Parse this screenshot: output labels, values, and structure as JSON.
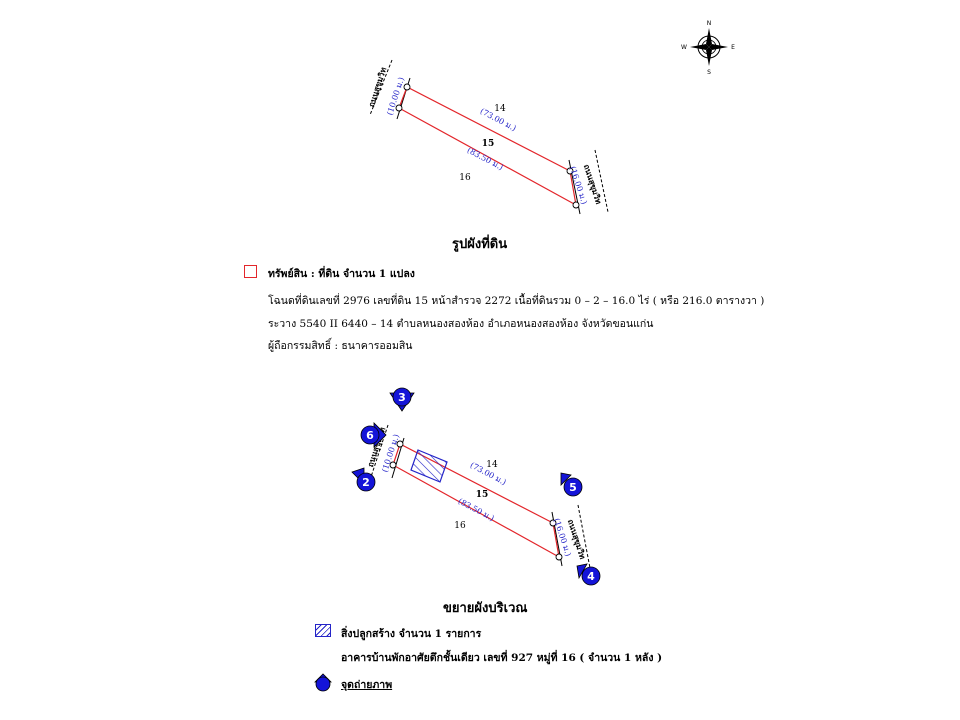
{
  "compass": {
    "n": "N",
    "s": "S",
    "e": "E",
    "w": "W"
  },
  "plan1": {
    "road_west": "ถนนสุขุมวิท",
    "road_east": "ถนนสุขุมวิท",
    "lot_north": "14",
    "lot_main": "15",
    "lot_south": "16",
    "dim_north": "(73.00 ม.)",
    "dim_south": "(83.50 ม.)",
    "dim_west": "(10.00 ม.)",
    "dim_east": "(16.00 ม.)",
    "caption": "รูปผังที่ดิน"
  },
  "legend1": {
    "title": "ทรัพย์สิน : ที่ดิน จำนวน 1 แปลง",
    "line1": "โฉนดที่ดินเลขที่  2976  เลขที่ดิน 15  หน้าสำรวจ  2272    เนื้อที่ดินรวม 0 – 2 – 16.0 ไร่ ( หรือ 216.0 ตารางวา )",
    "line2": "ระวาง 5540 II 6440 – 14    ตำบลหนองสองห้อง  อำเภอหนองสองห้อง  จังหวัดขอนแก่น",
    "line3": "ผู้ถือกรรมสิทธิ์ : ธนาคารออมสิน"
  },
  "plan2": {
    "road_west": "ถนนสุขุมวิท",
    "road_east": "ถนนสุขุมวิท",
    "lot_north": "14",
    "lot_main": "15",
    "lot_south": "16",
    "dim_north": "(73.00 ม.)",
    "dim_south": "(83.50 ม.)",
    "dim_west": "(10.00 ม.)",
    "dim_east": "(16.00 ม.)",
    "markers": [
      "3",
      "6",
      "2",
      "5",
      "4"
    ],
    "caption": "ขยายผังบริเวณ"
  },
  "legend2": {
    "building_title": "สิ่งปลูกสร้าง จำนวน  1 รายการ",
    "building_detail": "อาคารบ้านพักอาศัยตึกชั้นเดียว  เลขที่ 927  หมู่ที่ 16  ( จำนวน 1 หลัง )",
    "photo_point": "จุดถ่ายภาพ"
  },
  "colors": {
    "boundary": "#e3262b",
    "marker": "#1414d8",
    "dimension": "#2424c8"
  }
}
